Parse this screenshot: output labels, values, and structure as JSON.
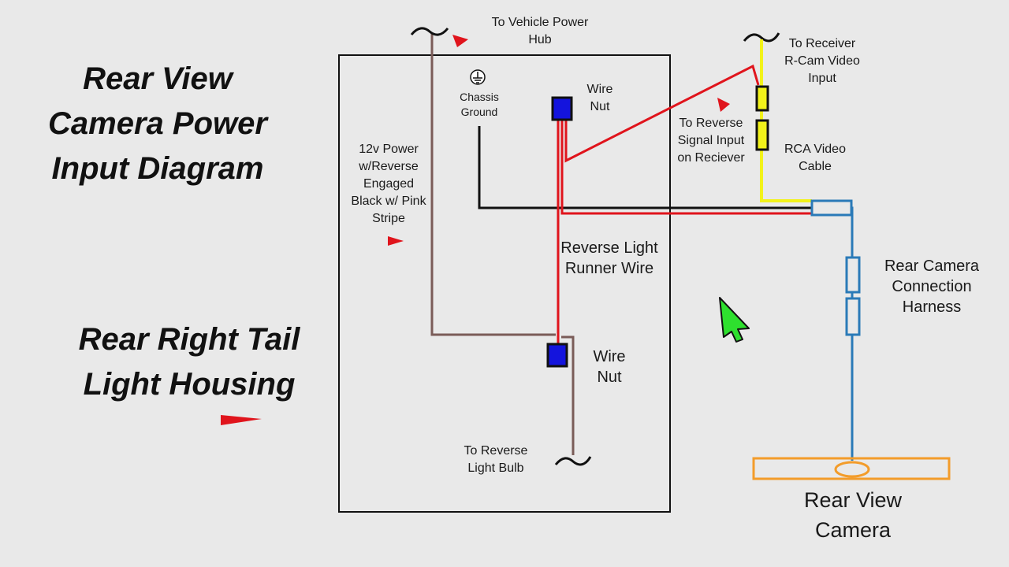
{
  "title": {
    "line1": "Rear View",
    "line2": "Camera Power",
    "line3": "Input Diagram"
  },
  "housing_title": {
    "line1": "Rear Right Tail",
    "line2": "Light Housing"
  },
  "labels": {
    "vehicle_power_hub": {
      "line1": "To Vehicle Power",
      "line2": "Hub"
    },
    "chassis_ground": {
      "line1": "Chassis",
      "line2": "Ground"
    },
    "wire_nut_top": {
      "line1": "Wire",
      "line2": "Nut"
    },
    "power_12v": {
      "line1": "12v Power",
      "line2": "w/Reverse",
      "line3": "Engaged",
      "line4": "Black w/ Pink",
      "line5": "Stripe"
    },
    "reverse_signal": {
      "line1": "To Reverse",
      "line2": "Signal Input",
      "line3": "on Reciever"
    },
    "receiver_video": {
      "line1": "To Receiver",
      "line2": "R-Cam Video",
      "line3": "Input"
    },
    "rca_cable": {
      "line1": "RCA Video",
      "line2": "Cable"
    },
    "runner_wire": {
      "line1": "Reverse Light",
      "line2": "Runner Wire"
    },
    "harness": {
      "line1": "Rear Camera",
      "line2": "Connection",
      "line3": "Harness"
    },
    "wire_nut_bottom": {
      "line1": "Wire",
      "line2": "Nut"
    },
    "reverse_bulb": {
      "line1": "To Reverse",
      "line2": "Light Bulb"
    },
    "camera": {
      "line1": "Rear View",
      "line2": "Camera"
    }
  },
  "icons": {
    "ground": "ground-symbol-icon",
    "cursor": "cursor-arrow-icon",
    "pointer": "red-pointer-icon"
  },
  "colors": {
    "background": "#e9e9e9",
    "housing_border": "#111111",
    "power_wire": "#7a5c58",
    "reverse_wire": "#e0141c",
    "ground_wire": "#111111",
    "video_wire": "#f2f21a",
    "harness_wire": "#2a7ab8",
    "wire_nut": "#1414dd",
    "camera": "#f39c2a",
    "cursor": "#2ee02e",
    "pointer": "#e0141c"
  }
}
